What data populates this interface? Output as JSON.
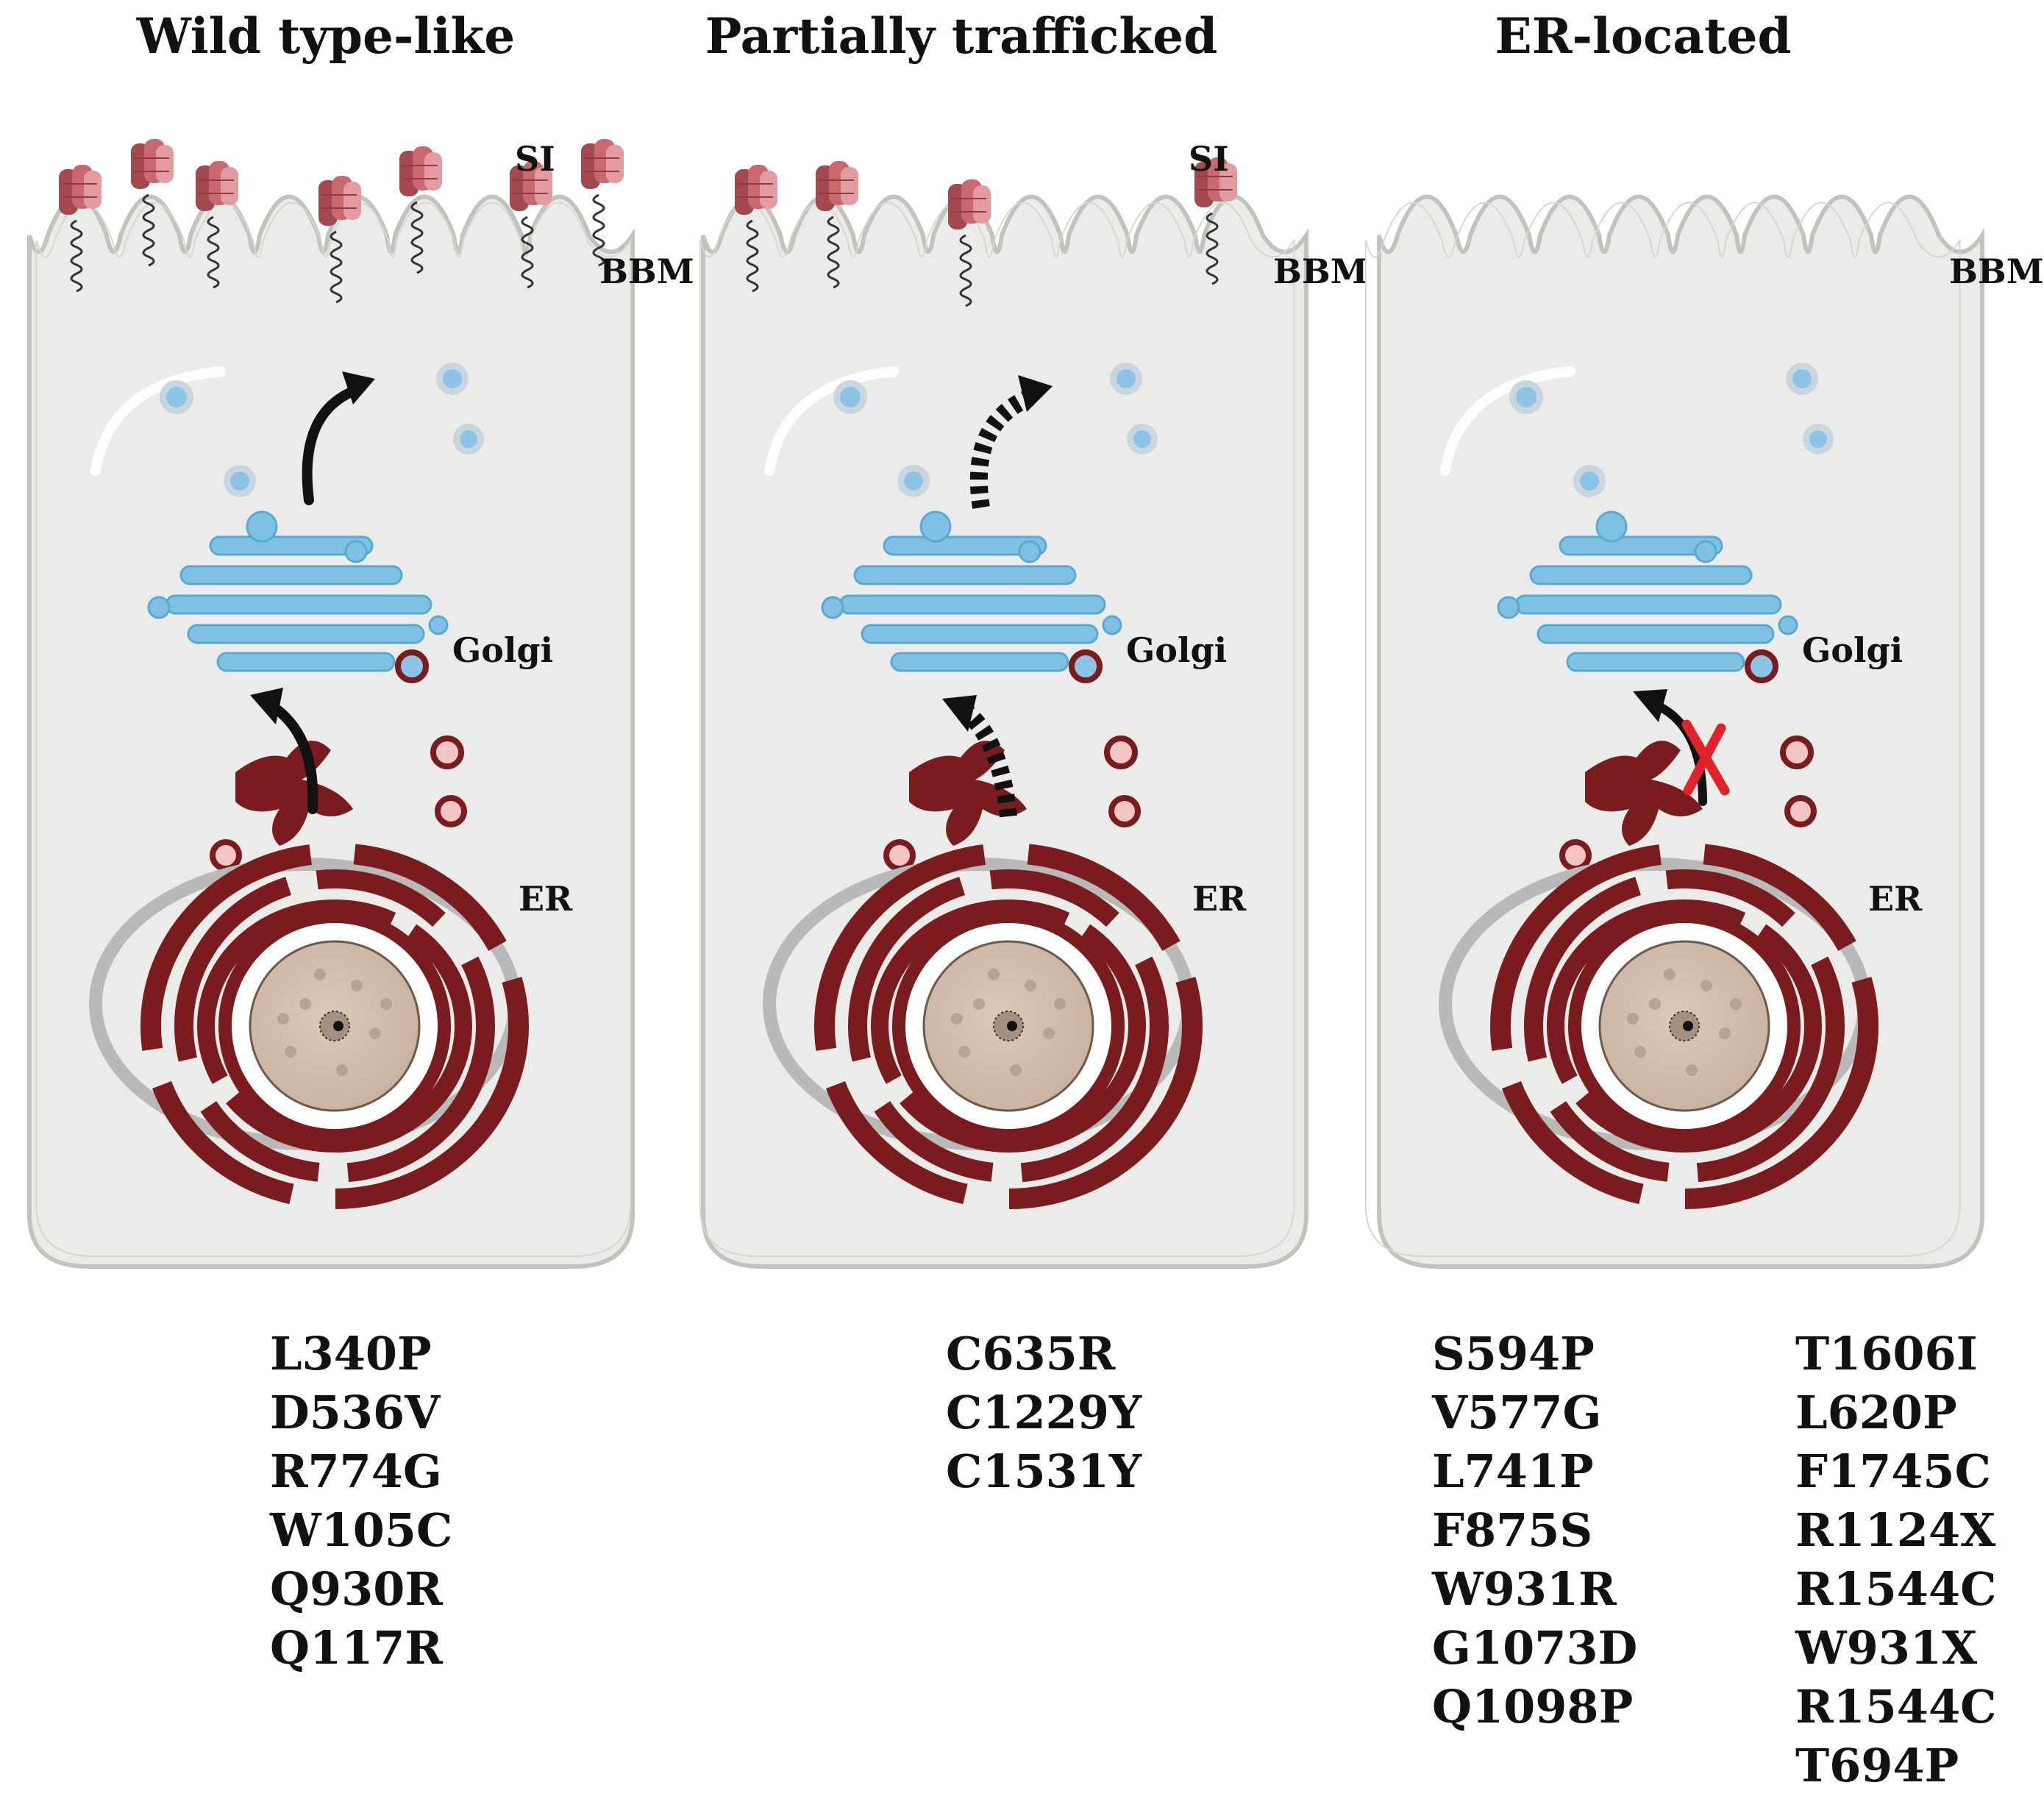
{
  "colors": {
    "cell_fill": "#ebebea",
    "cell_outline": "#c4c2bd",
    "er": "#7a1b1d",
    "er_shadow": "#b9b9b9",
    "golgi": "#7fc1e3",
    "vesicle_blue": "#8cc4e8",
    "vesicle_pink": "#f2c4c4",
    "protein": "#c9696f",
    "nucleus": "#d4bfae",
    "block_mark": "#e0232a"
  },
  "panels": [
    {
      "title": "Wild type-like",
      "labels": {
        "si": "SI",
        "bbm": "BBM",
        "golgi": "Golgi",
        "er": "ER"
      },
      "trafficking": "normal",
      "mutations": [
        [
          "L340P",
          "D536V",
          "R774G",
          "W105C",
          "Q930R",
          "Q117R"
        ]
      ]
    },
    {
      "title": "Partially trafficked",
      "labels": {
        "si": "SI",
        "bbm": "BBM",
        "golgi": "Golgi",
        "er": "ER"
      },
      "trafficking": "partial",
      "mutations": [
        [
          "C635R",
          "C1229Y",
          "C1531Y"
        ]
      ]
    },
    {
      "title": "ER-located",
      "labels": {
        "si": "",
        "bbm": "BBM",
        "golgi": "Golgi",
        "er": "ER"
      },
      "trafficking": "blocked",
      "mutations": [
        [
          "S594P",
          "V577G",
          "L741P",
          "F875S",
          "W931R",
          "G1073D",
          "Q1098P"
        ],
        [
          "T1606I",
          "L620P",
          "F1745C",
          "R1124X",
          "R1544C",
          "W931X",
          "R1544C",
          "T694P"
        ]
      ]
    }
  ]
}
